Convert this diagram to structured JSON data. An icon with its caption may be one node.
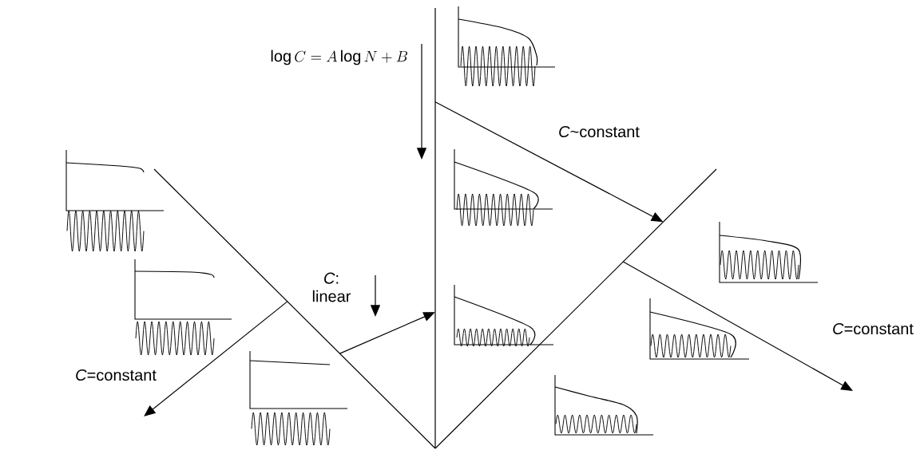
{
  "diagram": {
    "nodes": [
      {
        "text": [],
        "shape": "line"
      },
      {
        "text": [],
        "shape": "line"
      },
      {
        "text": [],
        "shape": "line"
      }
    ],
    "edges": [
      {
        "from": 0,
        "to": 1,
        "arrow": "to"
      },
      {
        "from": 0,
        "to": null,
        "arrow": "to",
        "label": "*C*=constant"
      },
      {
        "from": 1,
        "to": 2,
        "arrow": "to",
        "label": "*C*~constant"
      },
      {
        "from": 2,
        "to": null,
        "arrow": "to",
        "label": "*C*=constant"
      }
    ],
    "labels": [
      "\\log C = A\\log N + B",
      "*C*: linear"
    ]
  }
}
